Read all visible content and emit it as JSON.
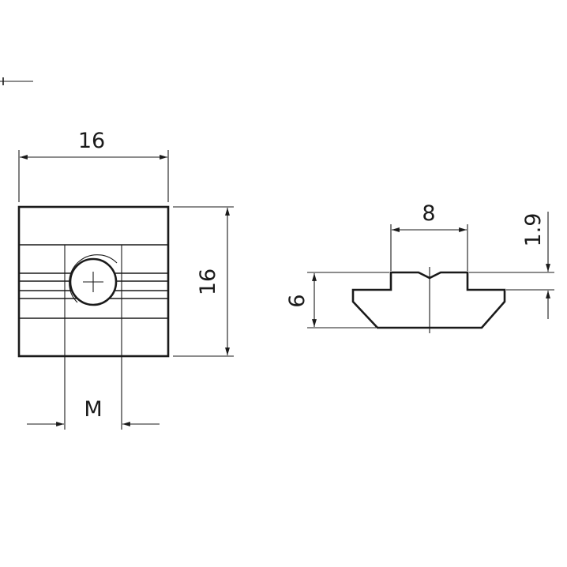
{
  "drawing": {
    "front_view": {
      "width_label": "16",
      "height_label": "16",
      "thread_label": "M"
    },
    "side_view": {
      "top_width_label": "8",
      "total_height_label": "6",
      "lip_height_label": "1.9"
    },
    "colors": {
      "line": "#1a1a1a",
      "background": "#ffffff"
    }
  }
}
